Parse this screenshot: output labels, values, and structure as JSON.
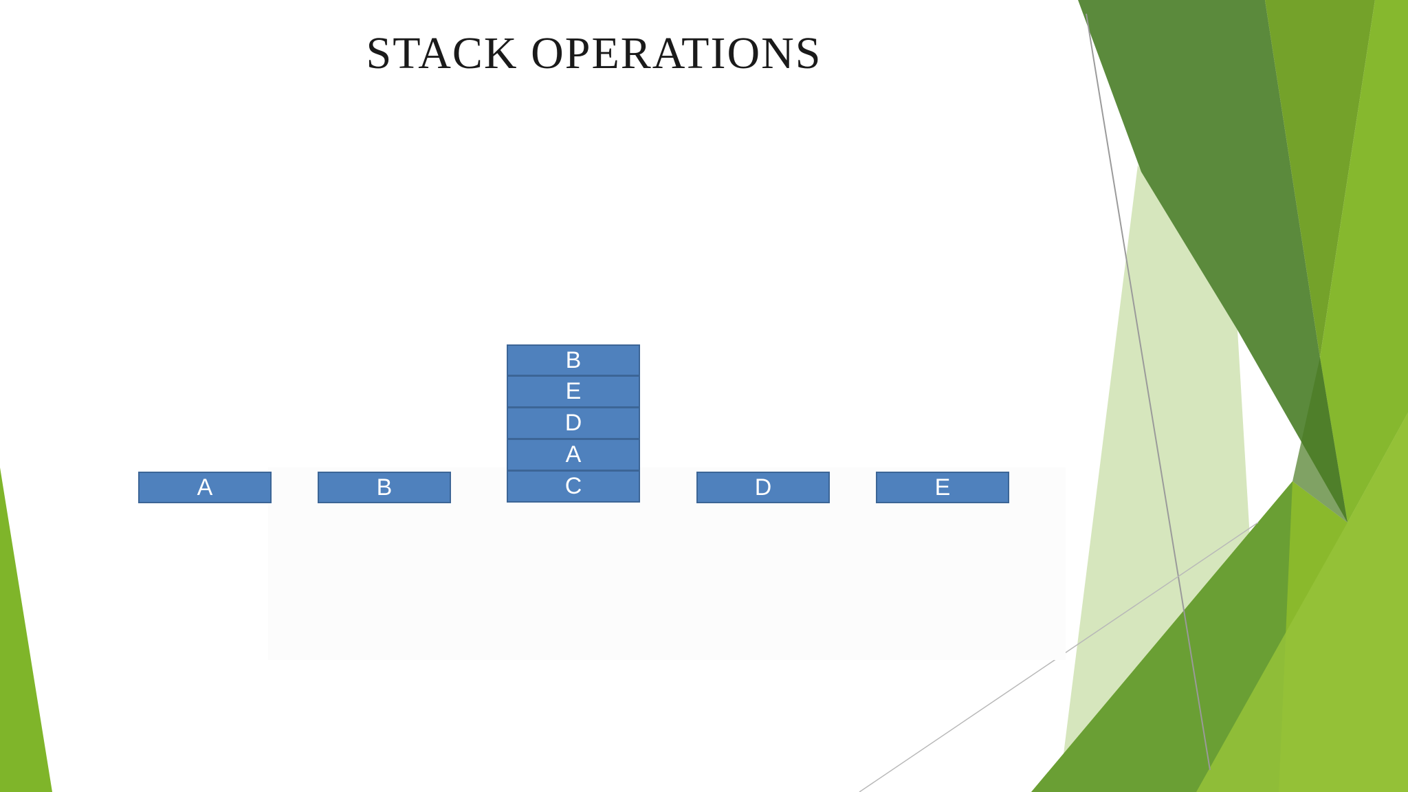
{
  "slide": {
    "title": "STACK OPERATIONS"
  },
  "diagram": {
    "box_color": "#4f81bd",
    "box_border_color": "#3c6596",
    "left_items": [
      "A",
      "B"
    ],
    "stack_items_top_to_bottom": [
      "B",
      "E",
      "D",
      "A",
      "C"
    ],
    "right_items": [
      "D",
      "E"
    ]
  },
  "theme": {
    "accent_dark_green": "#5a8a3a",
    "accent_green": "#7aab2a",
    "accent_light_green": "#c5d9a0"
  }
}
